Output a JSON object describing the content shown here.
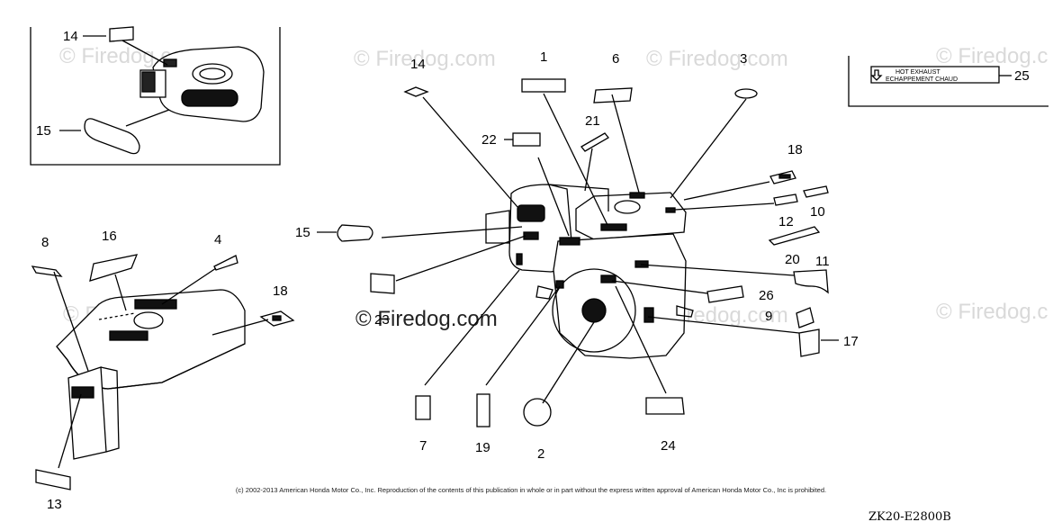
{
  "watermarks": [
    {
      "id": "wm1",
      "text": "© Firedog.com"
    },
    {
      "id": "wm2",
      "text": "© Firedog.com"
    },
    {
      "id": "wm3",
      "text": "© Firedog.com"
    },
    {
      "id": "wm4",
      "text": "© Firedog.c"
    },
    {
      "id": "wm5",
      "text": "© Firedog.com"
    },
    {
      "id": "wm6",
      "text": "© Firedog.com"
    },
    {
      "id": "wm7",
      "text": "© Firedog.c"
    }
  ],
  "center_watermark": "© Firedog.com",
  "callouts": {
    "inset_14": "14",
    "inset_15": "15",
    "tank_8": "8",
    "tank_16": "16",
    "tank_4": "4",
    "tank_18": "18",
    "tank_13": "13",
    "top_14": "14",
    "top_1": "1",
    "top_6": "6",
    "top_3": "3",
    "top_21": "21",
    "top_22": "22",
    "left_15": "15",
    "left_23": "23",
    "right_18": "18",
    "right_12": "12",
    "right_10": "10",
    "right_20": "20",
    "right_11": "11",
    "right_26": "26",
    "right_9": "9",
    "right_17": "17",
    "bot_7": "7",
    "bot_19": "19",
    "bot_2": "2",
    "bot_24": "24",
    "warn_25": "25"
  },
  "warning_label": {
    "line1": "HOT  EXHAUST",
    "line2": "ECHAPPEMENT CHAUD"
  },
  "copyright": "(c) 2002-2013 American Honda Motor Co., Inc. Reproduction of the contents of this publication in whole or in part without the express written approval of American Honda Motor Co., Inc is prohibited.",
  "diagram_id": "ZK20-E2800B",
  "colors": {
    "ink": "#000000",
    "watermark": "#d9d9d9",
    "background": "#ffffff"
  }
}
